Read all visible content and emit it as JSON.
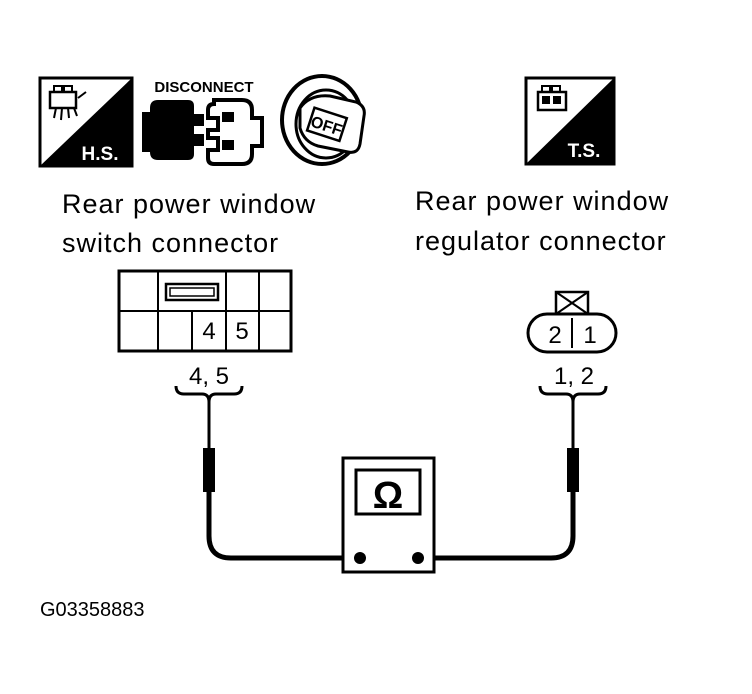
{
  "icons": {
    "harness_side": {
      "label": "H.S.",
      "icon": "harness-side-icon"
    },
    "disconnect": {
      "label": "DISCONNECT",
      "icon": "disconnect-connector-icon"
    },
    "ignition": {
      "label": "OFF",
      "icon": "ignition-key-off-icon"
    },
    "terminal_side": {
      "label": "T.S.",
      "icon": "terminal-side-icon"
    }
  },
  "switch_connector": {
    "title_line1": "Rear power window",
    "title_line2": "switch connector",
    "pin_a": "4",
    "pin_b": "5",
    "probe_label": "4, 5"
  },
  "regulator_connector": {
    "title_line1": "Rear power window",
    "title_line2": "regulator connector",
    "pin_a": "2",
    "pin_b": "1",
    "probe_label": "1, 2"
  },
  "meter": {
    "symbol": "Ω",
    "icon": "ohmmeter-icon"
  },
  "figure_id": "G03358883"
}
